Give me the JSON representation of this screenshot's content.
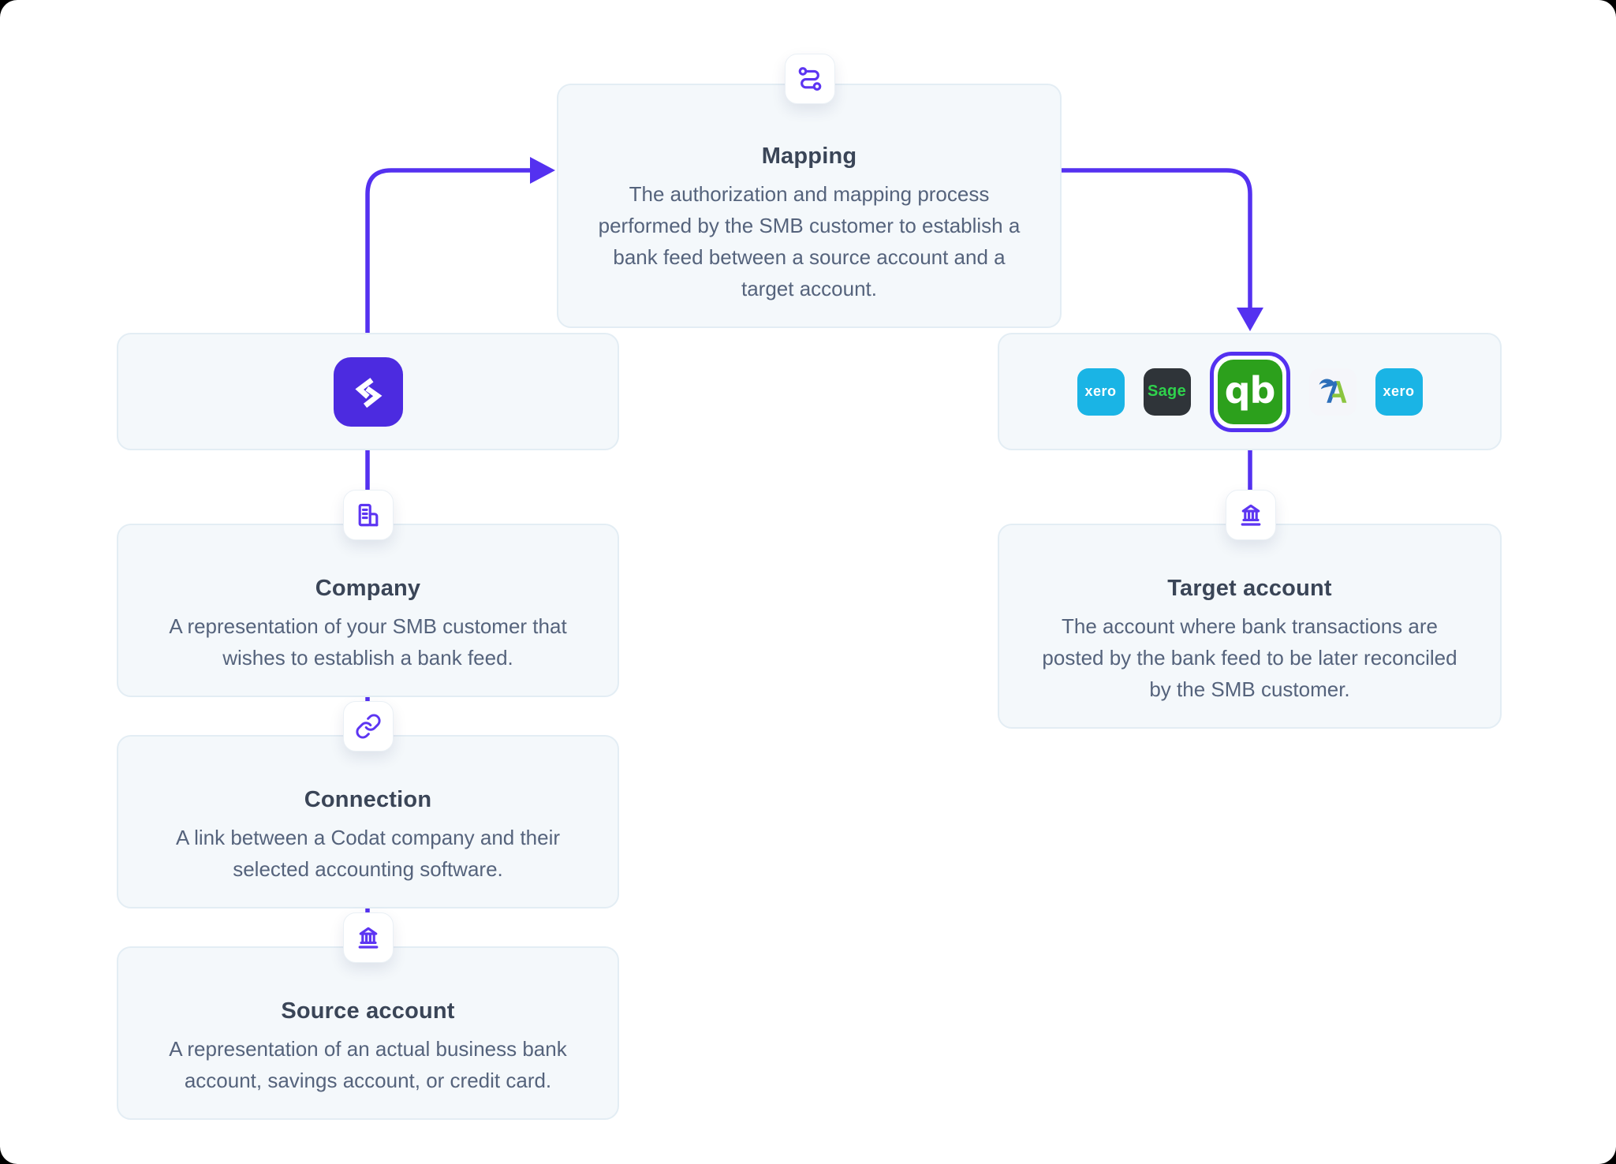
{
  "colors": {
    "accent": "#5431F0",
    "icon": "#5D35F2",
    "codat_tile": "#4C2BE0",
    "card_bg": "#F4F8FB",
    "card_border": "#E3EDF4",
    "title": "#3A4557",
    "body": "#55637C",
    "xero_blue": "#1AB4E5",
    "sage_bg": "#2F3439",
    "sage_green": "#2FD24C",
    "qb_green": "#2CA01C",
    "freeagent_bg": "#F5F6FA"
  },
  "nodes": {
    "mapping": {
      "title": "Mapping",
      "description": "The authorization and mapping process performed by the SMB customer to establish a bank feed between a source account and a target account.",
      "icon": "route-icon"
    },
    "platform": {
      "icon": "codat-logo"
    },
    "company": {
      "title": "Company",
      "description": "A representation of your SMB customer that wishes to establish a bank feed.",
      "icon": "building-icon"
    },
    "connection": {
      "title": "Connection",
      "description": "A link between a Codat company and their selected accounting software.",
      "icon": "link-icon"
    },
    "source_account": {
      "title": "Source account",
      "description": "A representation of an actual business bank account, savings account, or credit card.",
      "icon": "bank-icon"
    },
    "target_account": {
      "title": "Target account",
      "description": "The account where bank transactions are posted by the bank feed to be later reconciled by the SMB customer.",
      "icon": "bank-icon"
    },
    "accounting_platforms": {
      "logos": [
        {
          "name": "xero",
          "label": "xero",
          "selected": false
        },
        {
          "name": "sage",
          "label": "Sage",
          "selected": false
        },
        {
          "name": "quickbooks",
          "label": "qb",
          "selected": true
        },
        {
          "name": "freeagent",
          "label": "",
          "selected": false
        },
        {
          "name": "xero",
          "label": "xero",
          "selected": false
        }
      ]
    }
  }
}
